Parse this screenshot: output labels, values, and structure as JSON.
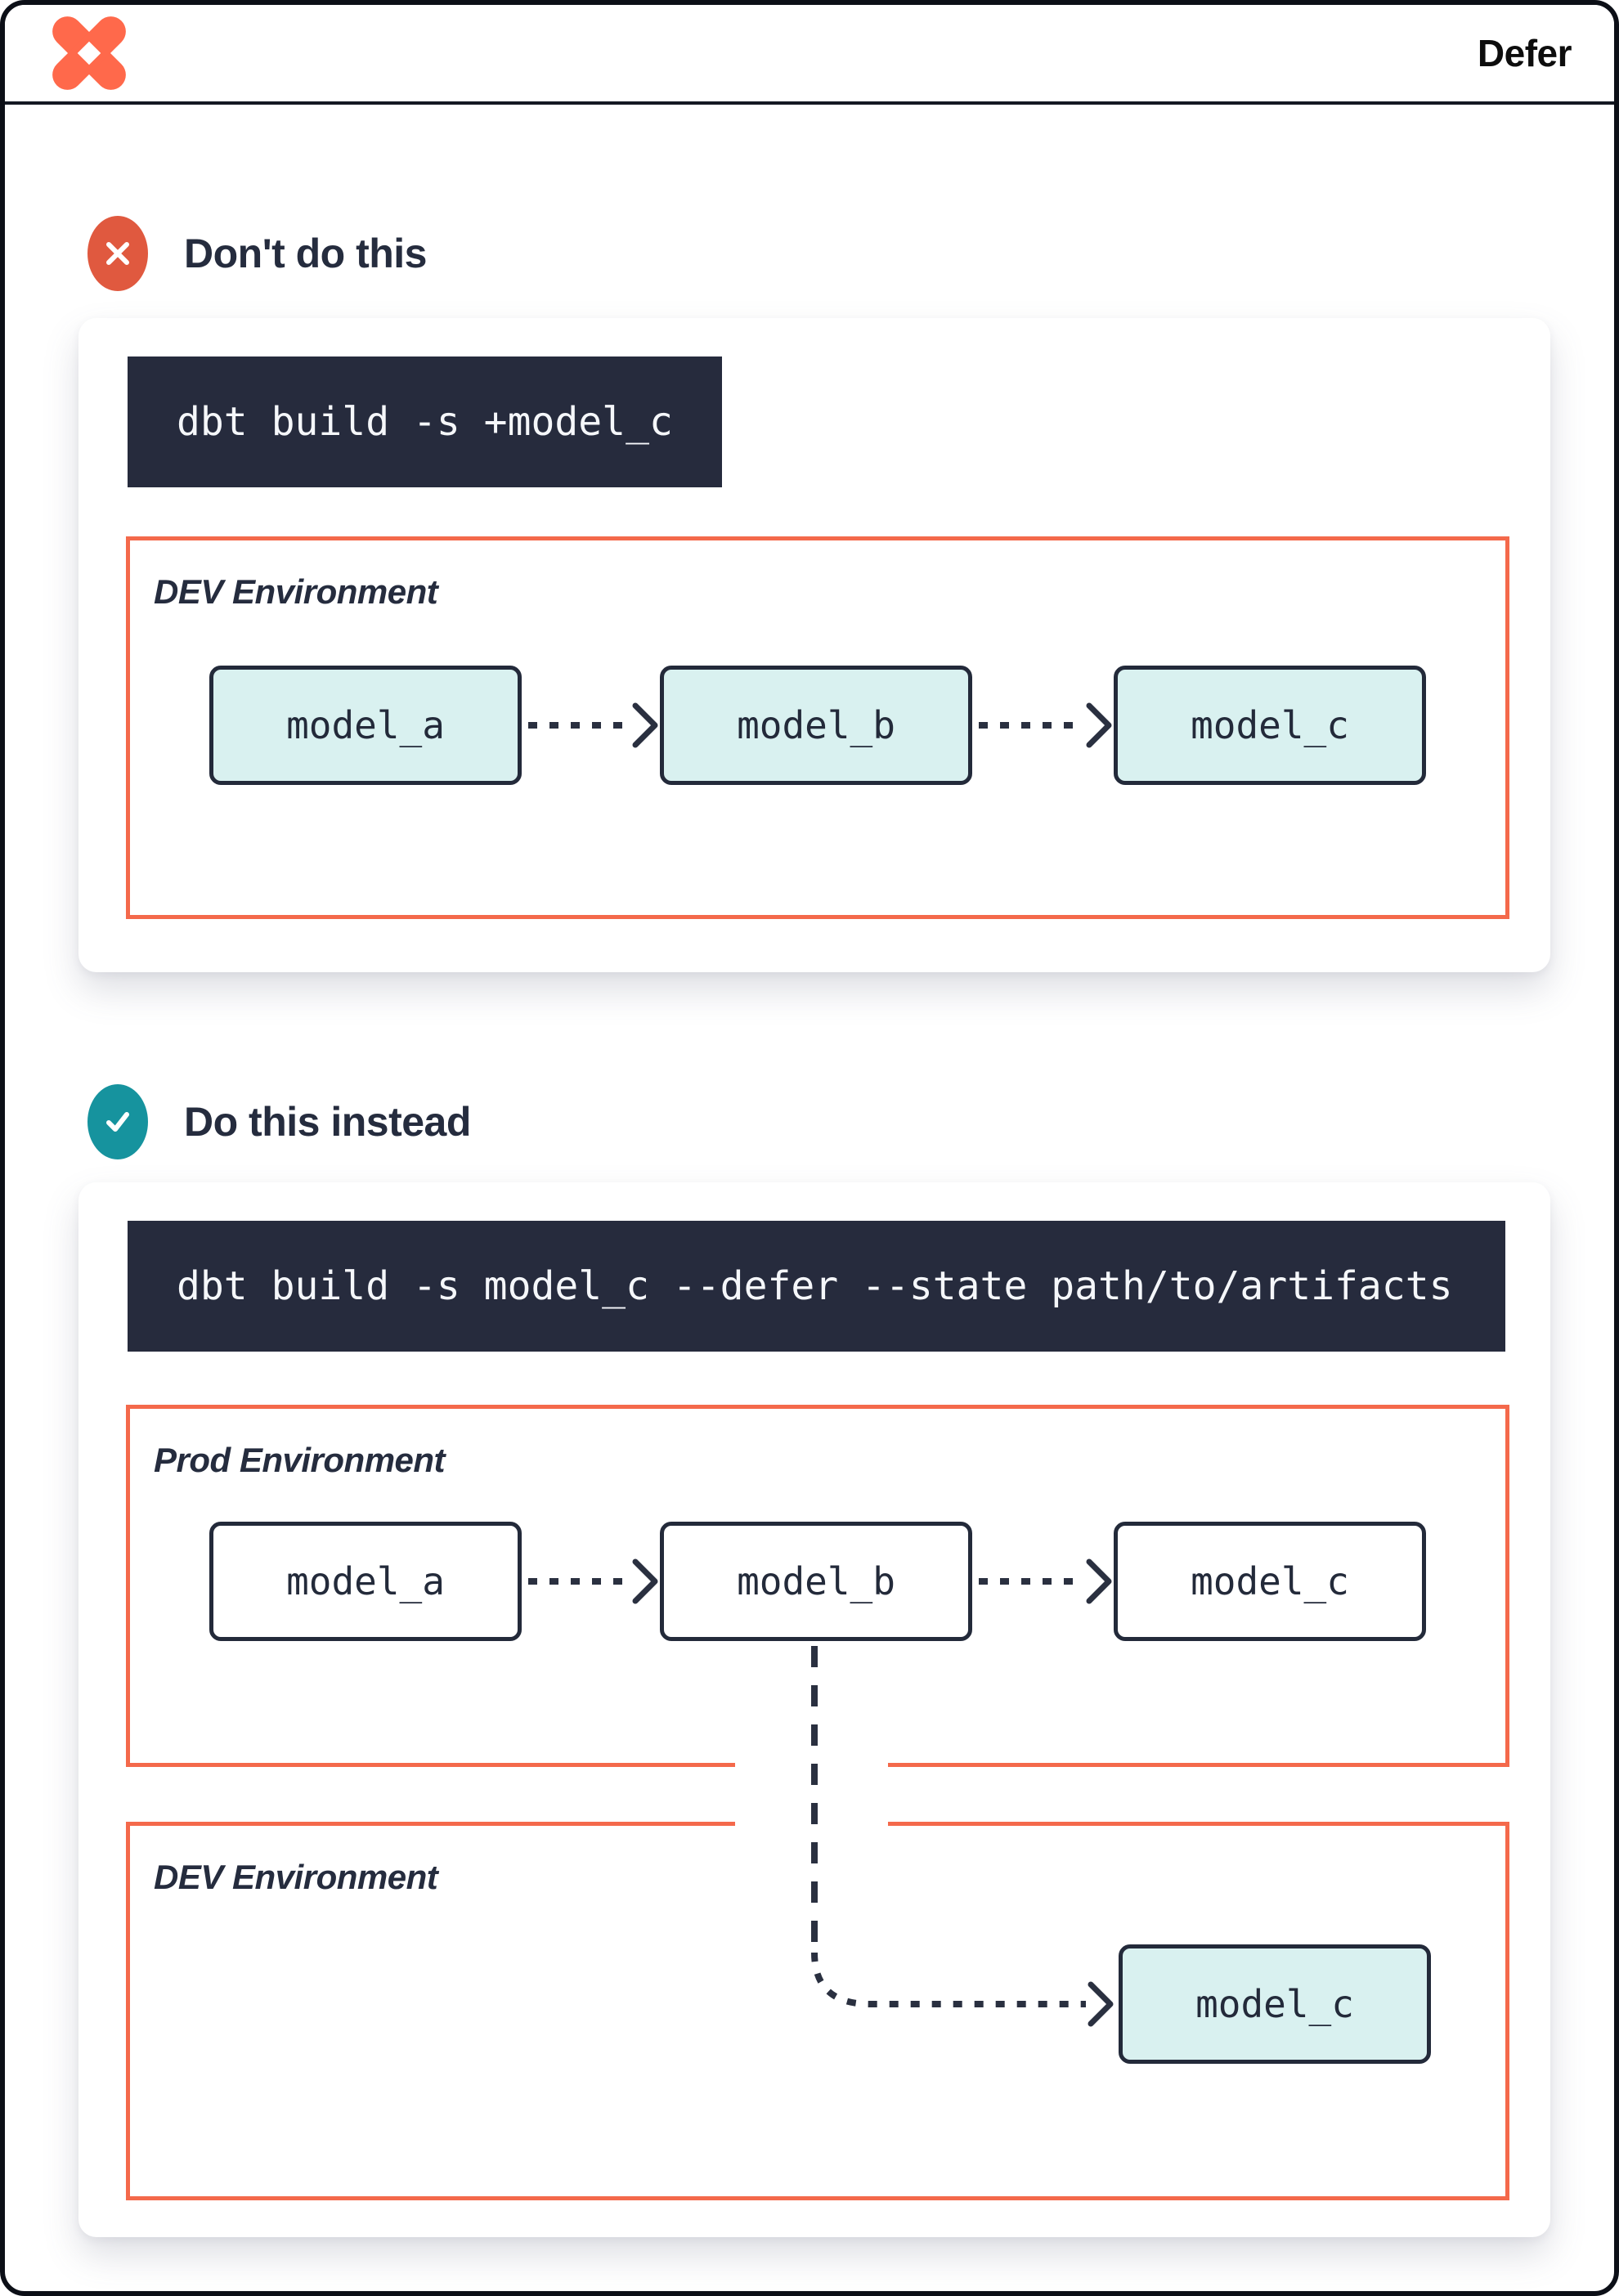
{
  "window": {
    "title": "Defer"
  },
  "icons": {
    "logo": "dbt-logo",
    "dont_badge": "x-circle",
    "do_badge": "check-circle",
    "arrow": "dashed-arrow-right"
  },
  "colors": {
    "brand_orange": "#FF694B",
    "env_border_orange": "#F4694B",
    "code_background_navy": "#262B3D",
    "node_border_navy": "#232A3A",
    "model_teal_fill": "#D9F1F0",
    "badge_red": "#E0593F",
    "badge_teal": "#16939E",
    "heading_text": "#252C3E"
  },
  "dont_section": {
    "heading": "Don't do this",
    "code": "dbt build -s +model_c",
    "dev_env": {
      "label": "DEV Environment",
      "models": [
        "model_a",
        "model_b",
        "model_c"
      ]
    }
  },
  "do_section": {
    "heading": "Do this instead",
    "code": "dbt build -s model_c --defer --state path/to/artifacts",
    "prod_env": {
      "label": "Prod Environment",
      "models": [
        "model_a",
        "model_b",
        "model_c"
      ]
    },
    "dev_env": {
      "label": "DEV Environment",
      "models": [
        "model_c"
      ]
    }
  }
}
